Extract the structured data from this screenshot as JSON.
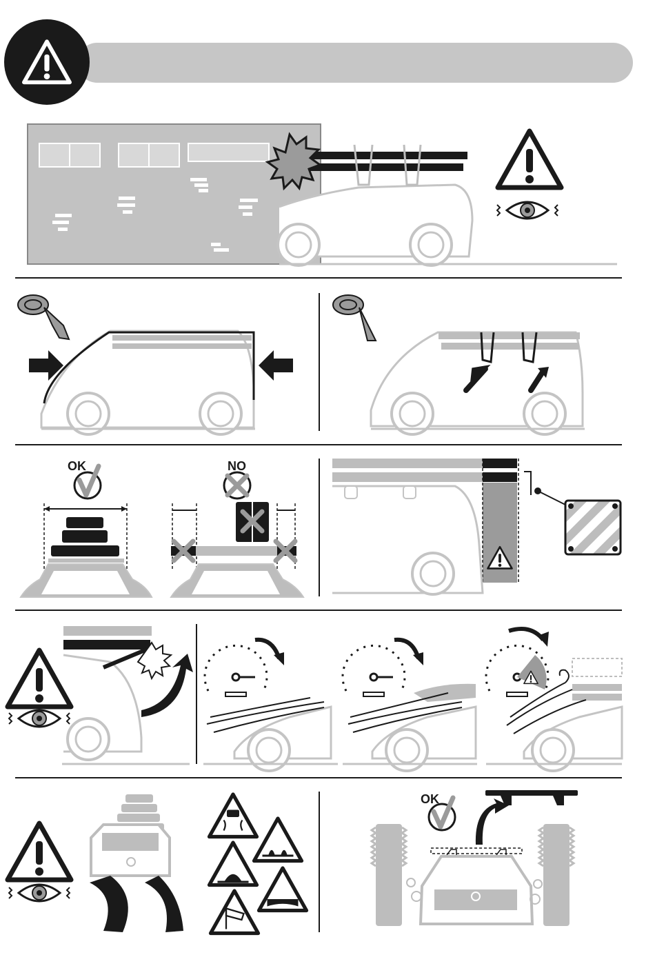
{
  "header": {
    "icon": "warning-triangle-icon",
    "colors": {
      "circle": "#1a1a1a",
      "band": "#c6c6c6"
    }
  },
  "labels": {
    "ok": "OK",
    "no": "NO",
    "ok_wash": "OK"
  },
  "colors": {
    "ink": "#1a1a1a",
    "gray": "#bdbdbd",
    "mid": "#9b9b9b",
    "wall": "#c2c2c2",
    "bg": "#ffffff"
  }
}
